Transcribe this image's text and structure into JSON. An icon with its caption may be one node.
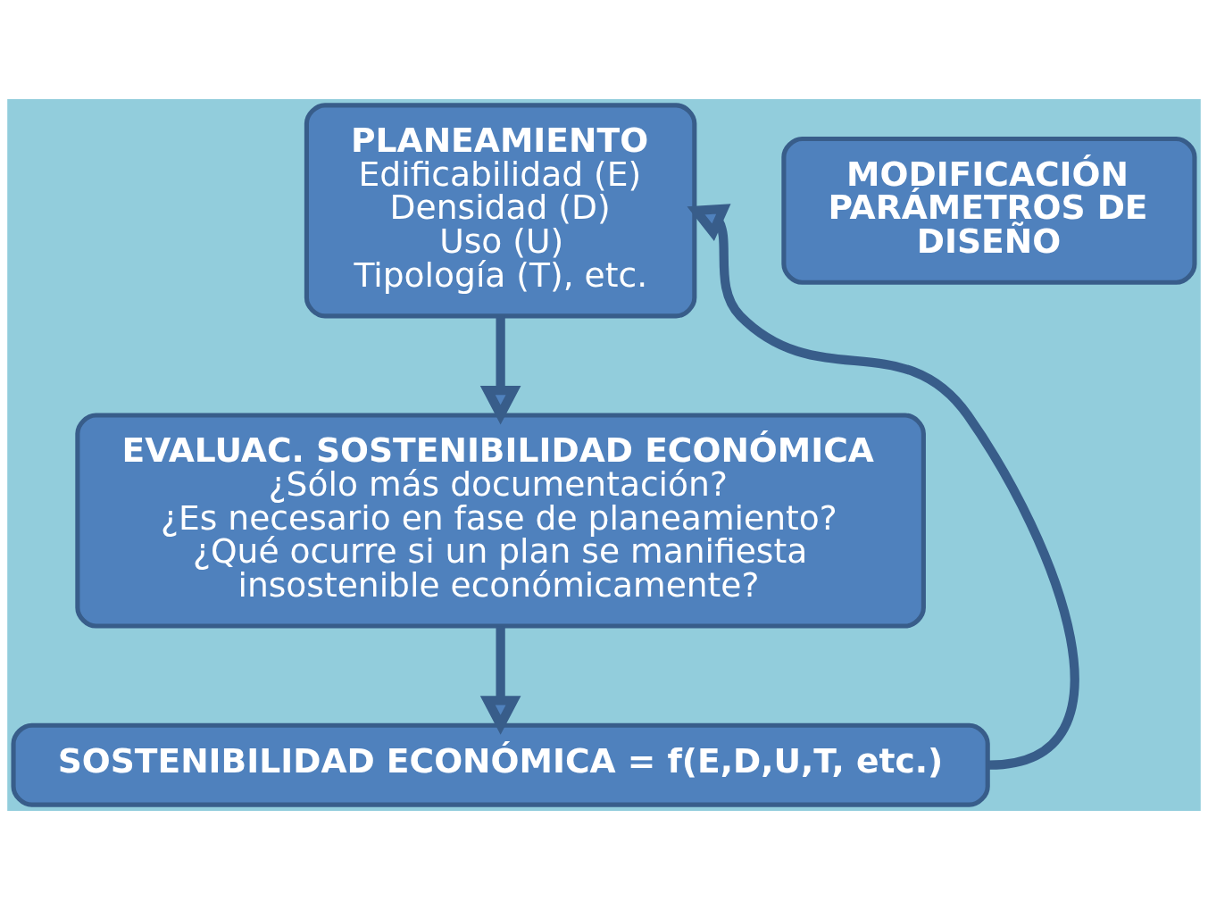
{
  "diagram": {
    "nodes": [
      {
        "text": [
          "PLANEAMIENTO",
          "Edificabilidad (E)",
          "Densidad (D)",
          "Uso (U)",
          "Tipología (T), etc."
        ]
      },
      {
        "text": [
          "MODIFICACIÓN PARÁMETROS DE DISEÑO"
        ]
      },
      {
        "text": [
          "EVALUAC. SOSTENIBILIDAD ECONÓMICA",
          "¿Sólo más documentación?",
          "¿Es necesario en fase de planeamiento?",
          "¿Qué ocurre si un plan se manifiesta insostenible económicamente?"
        ]
      },
      {
        "text": [
          "SOSTENIBILIDAD ECONÓMICA = f(E,D,U,T, etc.)"
        ]
      }
    ],
    "edges": [
      {
        "from": 0,
        "to": 2,
        "arrow": "to"
      },
      {
        "from": 2,
        "to": 3,
        "arrow": "to"
      },
      {
        "from": 3,
        "to": 0,
        "arrow": "to"
      }
    ]
  }
}
